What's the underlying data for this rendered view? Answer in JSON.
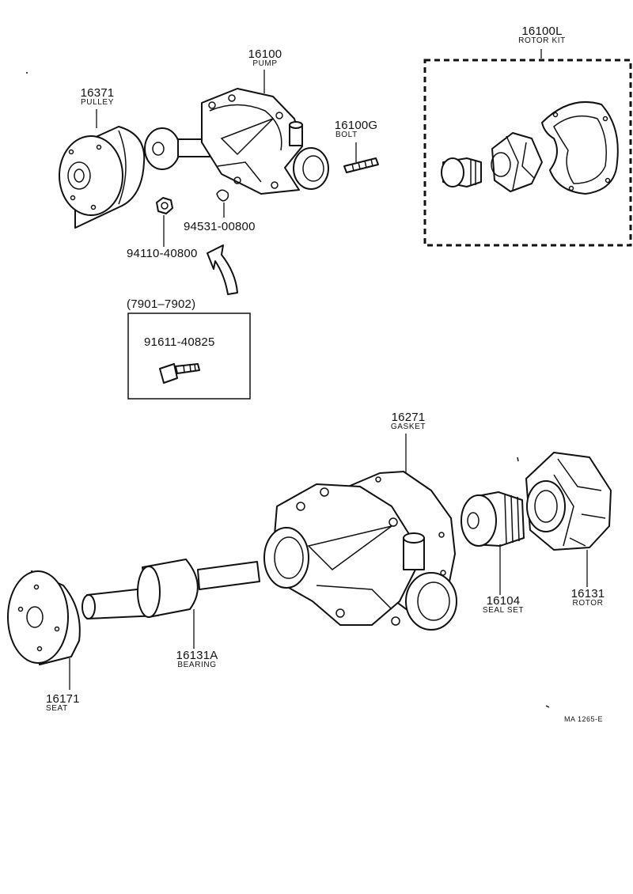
{
  "parts": {
    "pulley": {
      "number": "16371",
      "name": "PULLEY"
    },
    "pump": {
      "number": "16100",
      "name": "PUMP"
    },
    "bolt": {
      "number": "16100G",
      "name": "BOLT"
    },
    "rotor_kit": {
      "number": "16100L",
      "name": "ROTOR KIT"
    },
    "washer": {
      "number": "94531-00800"
    },
    "nut": {
      "number": "94110-40800"
    },
    "gasket": {
      "number": "16271",
      "name": "GASKET"
    },
    "seal_set": {
      "number": "16104",
      "name": "SEAL SET"
    },
    "rotor": {
      "number": "16131",
      "name": "ROTOR"
    },
    "bearing": {
      "number": "16131A",
      "name": "BEARING"
    },
    "seat": {
      "number": "16171",
      "name": "SEAT"
    }
  },
  "variant_box": {
    "period": "(7901–7902)",
    "part_number": "91611-40825"
  },
  "drawing_code": "MA 1265-E",
  "icons": [
    "pulley-icon",
    "pump-icon",
    "bolt-icon",
    "nut-icon",
    "washer-icon",
    "rotor-kit-icon",
    "gasket-icon",
    "seal-set-icon",
    "rotor-icon",
    "bearing-icon",
    "seat-icon",
    "arrow-icon"
  ]
}
